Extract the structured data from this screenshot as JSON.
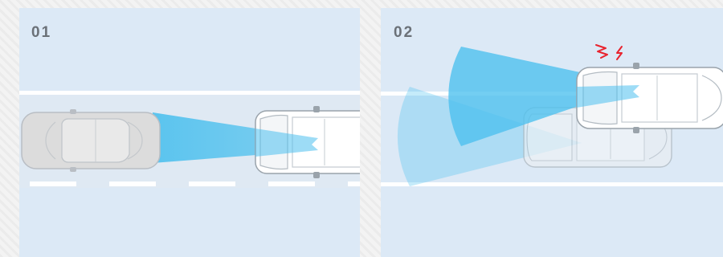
{
  "panels": [
    {
      "step_number": "01"
    },
    {
      "step_number": "02"
    }
  ],
  "colors": {
    "panel_background": "#dce9f6",
    "lane_line": "#ffffff",
    "sensor_beam": "#4cc0ee",
    "host_car": "#dcdcdc",
    "target_car": "#ffffff",
    "alert": "#e8232e"
  },
  "icons": [
    "car-icon",
    "sensor-beam",
    "alert-icon"
  ]
}
